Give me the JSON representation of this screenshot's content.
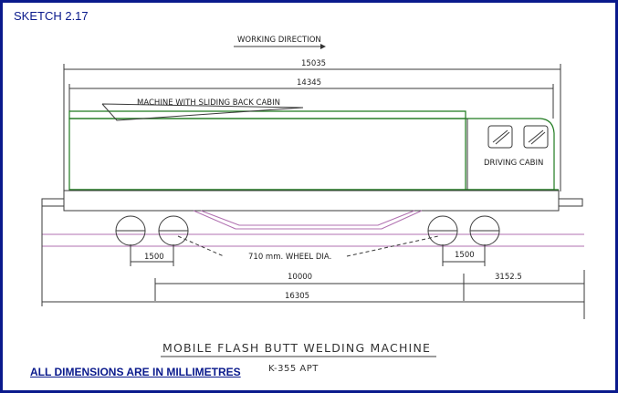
{
  "sketch_label": "SKETCH 2.17",
  "footer_note": "ALL DIMENSIONS ARE IN MILLIMETRES",
  "drawing": {
    "working_direction": "WORKING DIRECTION",
    "machine_label": "MACHINE WITH SLIDING BACK CABIN",
    "driving_cabin": "DRIVING CABIN",
    "wheel_note": "710 mm. WHEEL DIA.",
    "title": "MOBILE FLASH BUTT WELDING MACHINE",
    "model": "K-355 APT",
    "dims": {
      "overall_top": "15035",
      "body_length": "14345",
      "axle_left": "1500",
      "axle_right": "1500",
      "bogie_centres": "10000",
      "overhang": "3152.5",
      "overall_bottom": "16305"
    }
  },
  "colors": {
    "frame": "#0a1a8c",
    "body_outline": "#1f7a1f",
    "chassis": "#b070b0"
  }
}
